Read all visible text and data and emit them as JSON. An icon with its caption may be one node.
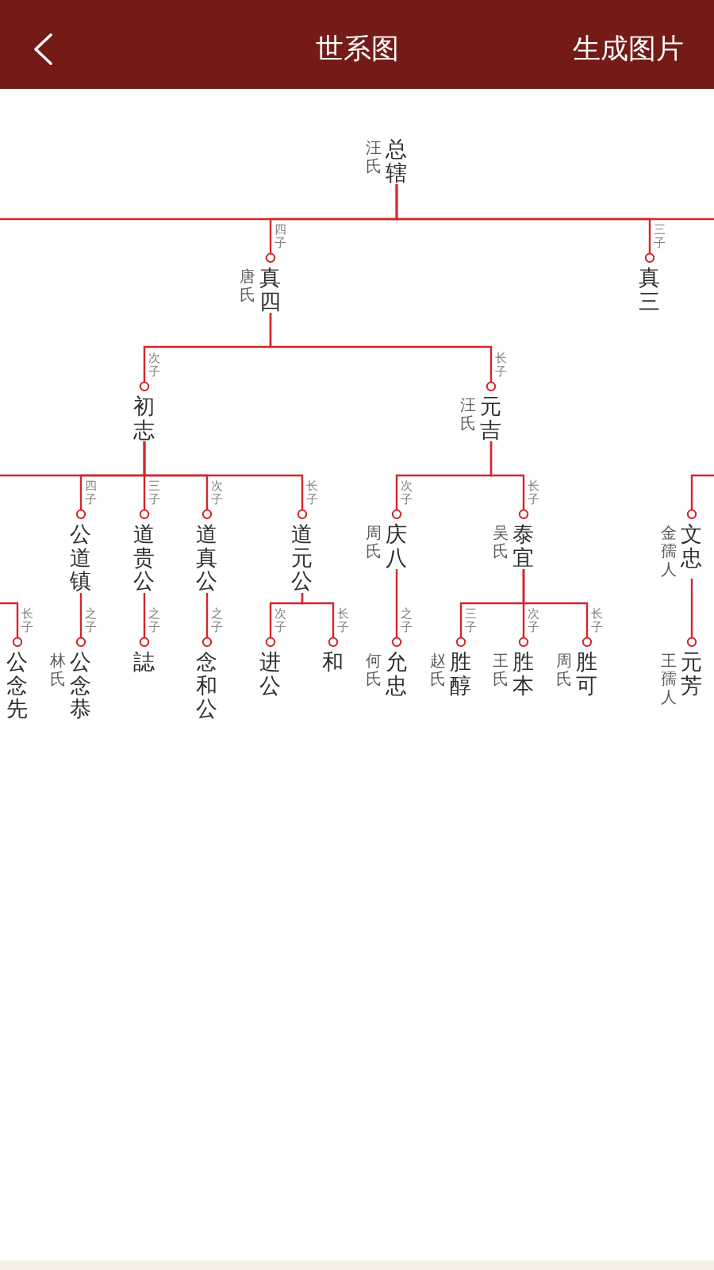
{
  "diagram": {
    "title": "世系图",
    "nodes": [
      {
        "text": [
          "总辖"
        ],
        "beside": [
          "汪氏"
        ]
      },
      {
        "text": [
          "真四"
        ],
        "beside": [
          "唐氏"
        ]
      },
      {
        "text": [
          "真三"
        ]
      },
      {
        "text": [
          "初志"
        ]
      },
      {
        "text": [
          "元吉"
        ],
        "beside": [
          "汪氏"
        ]
      },
      {
        "text": [
          "公道镇"
        ]
      },
      {
        "text": [
          "道贵公"
        ]
      },
      {
        "text": [
          "道真公"
        ]
      },
      {
        "text": [
          "道元公"
        ]
      },
      {
        "text": [
          "庆八"
        ],
        "beside": [
          "周氏"
        ]
      },
      {
        "text": [
          "泰宜"
        ],
        "beside": [
          "吴氏"
        ]
      },
      {
        "text": [
          "文忠"
        ],
        "beside": [
          "金孺人"
        ]
      },
      {
        "text": [
          "公念先"
        ]
      },
      {
        "text": [
          "公念恭"
        ],
        "beside": [
          "林氏"
        ]
      },
      {
        "text": [
          "誌"
        ]
      },
      {
        "text": [
          "念和公"
        ]
      },
      {
        "text": [
          "进公"
        ]
      },
      {
        "text": [
          "和"
        ]
      },
      {
        "text": [
          "允忠"
        ],
        "beside": [
          "何氏"
        ]
      },
      {
        "text": [
          "胜醇"
        ],
        "beside": [
          "赵氏"
        ]
      },
      {
        "text": [
          "胜本"
        ],
        "beside": [
          "王氏"
        ]
      },
      {
        "text": [
          "胜可"
        ],
        "beside": [
          "周氏"
        ]
      },
      {
        "text": [
          "元芳"
        ],
        "beside": [
          "王孺人"
        ]
      }
    ],
    "edges": [
      {
        "from": 0,
        "to": null,
        "arrow": "none"
      },
      {
        "from": 0,
        "to": 1,
        "label": "四子",
        "arrow": "other"
      },
      {
        "from": 0,
        "to": 2,
        "label": "三子",
        "arrow": "other"
      },
      {
        "from": 0,
        "to": null,
        "arrow": "none"
      },
      {
        "from": 1,
        "to": 3,
        "label": "次子",
        "arrow": "other"
      },
      {
        "from": 1,
        "to": 4,
        "label": "长子",
        "arrow": "other"
      },
      {
        "from": 3,
        "to": null,
        "arrow": "none"
      },
      {
        "from": 3,
        "to": 5,
        "label": "四子",
        "arrow": "other"
      },
      {
        "from": 3,
        "to": 6,
        "label": "三子",
        "arrow": "other"
      },
      {
        "from": 3,
        "to": 7,
        "label": "次子",
        "arrow": "other"
      },
      {
        "from": 3,
        "to": 8,
        "label": "长子",
        "arrow": "other"
      },
      {
        "from": 4,
        "to": 9,
        "label": "次子",
        "arrow": "other"
      },
      {
        "from": 4,
        "to": 10,
        "label": "长子",
        "arrow": "other"
      },
      {
        "from": null,
        "to": 11,
        "arrow": "other"
      },
      {
        "from": null,
        "to": 12,
        "label": "长子",
        "arrow": "other"
      },
      {
        "from": 5,
        "to": 13,
        "label": "之子",
        "arrow": "other"
      },
      {
        "from": 6,
        "to": 14,
        "label": "之子",
        "arrow": "other"
      },
      {
        "from": 7,
        "to": 15,
        "label": "之子",
        "arrow": "other"
      },
      {
        "from": 8,
        "to": 16,
        "label": "次子",
        "arrow": "other"
      },
      {
        "from": 8,
        "to": 17,
        "label": "长子",
        "arrow": "other"
      },
      {
        "from": 9,
        "to": 18,
        "label": "之子",
        "arrow": "other"
      },
      {
        "from": 10,
        "to": 19,
        "label": "三子",
        "arrow": "other"
      },
      {
        "from": 10,
        "to": 20,
        "label": "次子",
        "arrow": "other"
      },
      {
        "from": 10,
        "to": 21,
        "label": "长子",
        "arrow": "other"
      },
      {
        "from": 11,
        "to": 22,
        "arrow": "other"
      }
    ],
    "labels": [
      "生成图片"
    ]
  }
}
